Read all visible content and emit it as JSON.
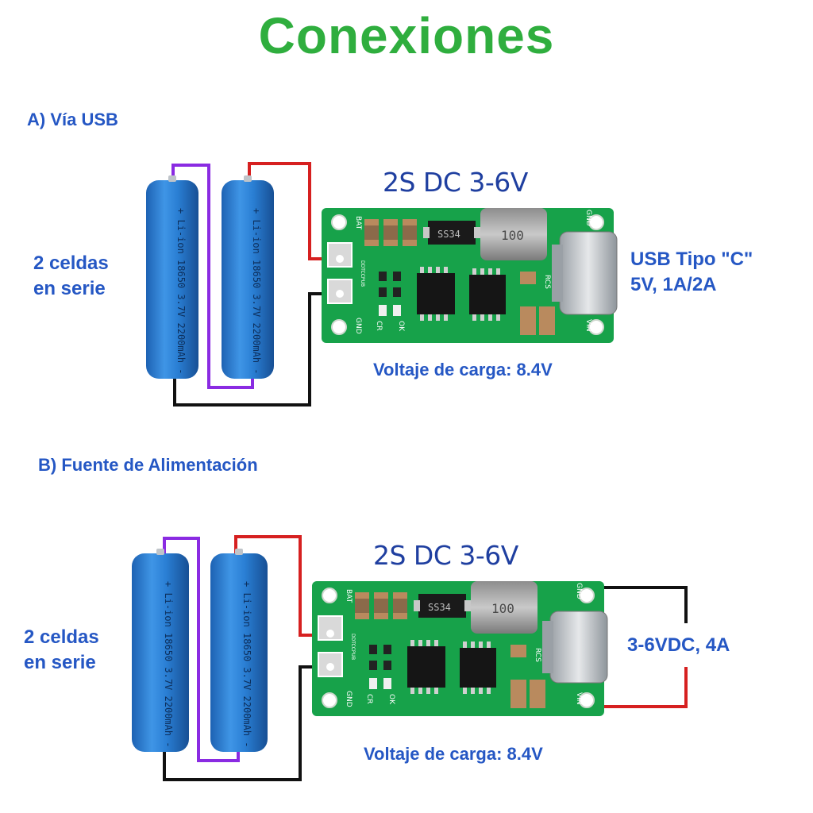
{
  "title": "Conexiones",
  "colors": {
    "title": "#2fae3e",
    "text": "#2557c4",
    "module_title": "#1f3fa0",
    "pcb": "#17a24a",
    "cell": "#2a7fd4",
    "wire_red": "#d62020",
    "wire_black": "#111111",
    "wire_purple": "#8a2be2"
  },
  "section_a": {
    "heading": "A) Vía USB",
    "cells_label": [
      "2 celdas",
      "en serie"
    ],
    "module_title": "2S DC 3-6V",
    "input_label": [
      "USB Tipo \"C\"",
      "5V, 1A/2A"
    ],
    "charge_voltage": "Voltaje de carga: 8.4V"
  },
  "section_b": {
    "heading": "B) Fuente de Alimentación",
    "cells_label": [
      "2 celdas",
      "en serie"
    ],
    "module_title": "2S DC 3-6V",
    "input_label": [
      "3-6VDC, 4A"
    ],
    "charge_voltage": "Voltaje de carga: 8.4V"
  },
  "cell_print": "+ Li-ion 18650 3.7V 2200mAh -",
  "board": {
    "bat": "BAT",
    "gnd": "GND",
    "vin": "VIN",
    "ok": "OK",
    "cr": "CR",
    "rcs": "RCS",
    "ic": "SS34",
    "coil": "100",
    "chip": "DDTCCPUB"
  }
}
